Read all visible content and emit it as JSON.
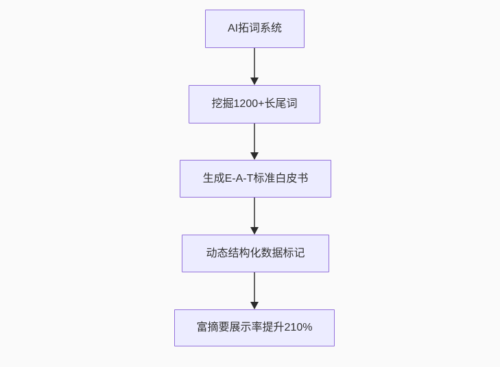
{
  "diagram": {
    "type": "flowchart",
    "direction": "top-down",
    "nodes": [
      {
        "id": "step1",
        "label": "AI拓词系统"
      },
      {
        "id": "step2",
        "label": "挖掘1200+长尾词"
      },
      {
        "id": "step3",
        "label": "生成E-A-T标准白皮书"
      },
      {
        "id": "step4",
        "label": "动态结构化数据标记"
      },
      {
        "id": "step5",
        "label": "富摘要展示率提升210%"
      }
    ],
    "edges": [
      {
        "from": "step1",
        "to": "step2"
      },
      {
        "from": "step2",
        "to": "step3"
      },
      {
        "from": "step3",
        "to": "step4"
      },
      {
        "from": "step4",
        "to": "step5"
      }
    ],
    "colors": {
      "node_fill": "#ECECFF",
      "node_border": "#9370DB",
      "node_text": "#333333",
      "edge_line": "#333333",
      "background": "#FAFAFA"
    }
  }
}
